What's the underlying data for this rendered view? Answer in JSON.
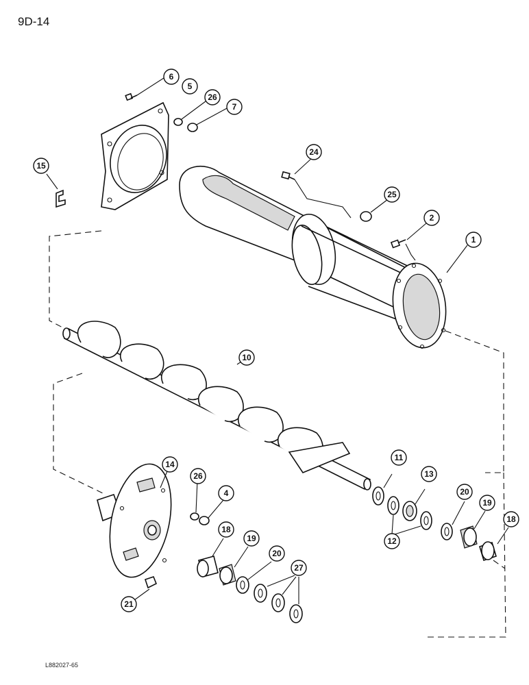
{
  "page_header": "9D-14",
  "figure_code": "L882027-65",
  "callouts": [
    {
      "id": "c6",
      "label": "6"
    },
    {
      "id": "c5",
      "label": "5"
    },
    {
      "id": "c26a",
      "label": "26"
    },
    {
      "id": "c7",
      "label": "7"
    },
    {
      "id": "c15",
      "label": "15"
    },
    {
      "id": "c24",
      "label": "24"
    },
    {
      "id": "c25",
      "label": "25"
    },
    {
      "id": "c2",
      "label": "2"
    },
    {
      "id": "c1",
      "label": "1"
    },
    {
      "id": "c10",
      "label": "10"
    },
    {
      "id": "c14",
      "label": "14"
    },
    {
      "id": "c26b",
      "label": "26"
    },
    {
      "id": "c4",
      "label": "4"
    },
    {
      "id": "c11",
      "label": "11"
    },
    {
      "id": "c13",
      "label": "13"
    },
    {
      "id": "c12",
      "label": "12"
    },
    {
      "id": "c20a",
      "label": "20"
    },
    {
      "id": "c19a",
      "label": "19"
    },
    {
      "id": "c18a",
      "label": "18"
    },
    {
      "id": "c18b",
      "label": "18"
    },
    {
      "id": "c19b",
      "label": "19"
    },
    {
      "id": "c20b",
      "label": "20"
    },
    {
      "id": "c27",
      "label": "27"
    },
    {
      "id": "c21",
      "label": "21"
    }
  ]
}
